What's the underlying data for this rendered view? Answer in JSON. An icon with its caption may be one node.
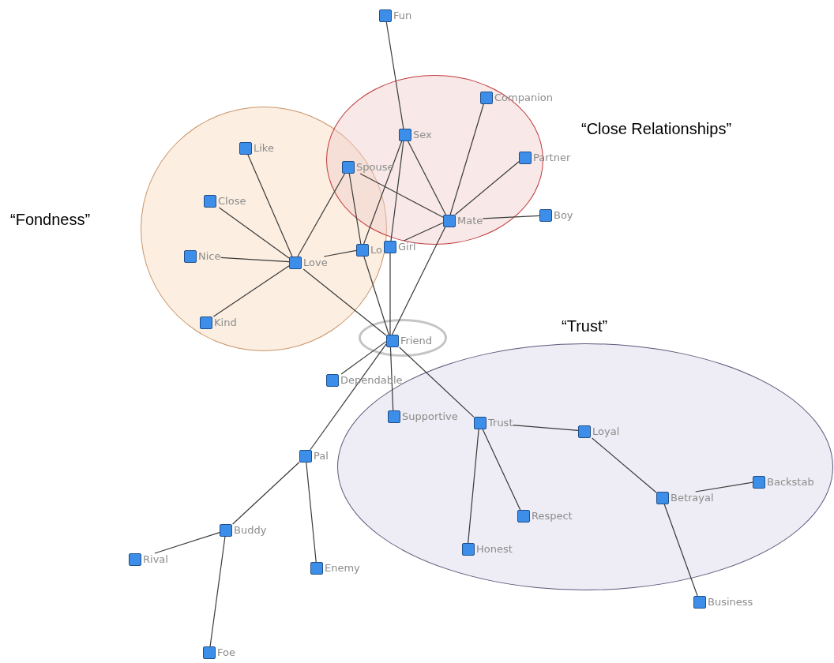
{
  "diagram": {
    "nodes": [
      {
        "text": [
          "“Fondness”"
        ]
      },
      {
        "text": [
          "“Close Relationships”"
        ]
      },
      {
        "text": [
          "“Trust”"
        ]
      },
      {
        "text": [],
        "shape": "circle"
      },
      {
        "text": [
          "Fun"
        ]
      },
      {
        "text": [
          "Companion"
        ],
        "in": 1
      },
      {
        "text": [
          "Sex"
        ],
        "in": 1
      },
      {
        "text": [
          "Like"
        ],
        "in": 0
      },
      {
        "text": [
          "Partner"
        ],
        "in": 1
      },
      {
        "text": [
          "Spouse"
        ]
      },
      {
        "text": [
          "Close"
        ],
        "in": 0
      },
      {
        "text": [
          "Boy"
        ]
      },
      {
        "text": [
          "Mate"
        ],
        "in": 1
      },
      {
        "text": [
          "Lo"
        ],
        "in": 0
      },
      {
        "text": [
          "Girl"
        ]
      },
      {
        "text": [
          "Nice"
        ],
        "in": 0
      },
      {
        "text": [
          "Love"
        ],
        "in": 0
      },
      {
        "text": [
          "Kind"
        ],
        "in": 0
      },
      {
        "text": [
          "Friend"
        ],
        "in": 3
      },
      {
        "text": [
          "Dependable"
        ]
      },
      {
        "text": [
          "Supportive"
        ],
        "in": 2
      },
      {
        "text": [
          "Trust"
        ],
        "in": 2
      },
      {
        "text": [
          "Loyal"
        ],
        "in": 2
      },
      {
        "text": [
          "Pal"
        ]
      },
      {
        "text": [
          "Backstab"
        ],
        "in": 2
      },
      {
        "text": [
          "Betrayal"
        ],
        "in": 2
      },
      {
        "text": [
          "Respect"
        ],
        "in": 2
      },
      {
        "text": [
          "Buddy"
        ]
      },
      {
        "text": [
          "Honest"
        ],
        "in": 2
      },
      {
        "text": [
          "Rival"
        ]
      },
      {
        "text": [
          "Enemy"
        ]
      },
      {
        "text": [
          "Business"
        ]
      },
      {
        "text": [
          "Foe"
        ]
      }
    ],
    "edges": [
      {
        "from": 4,
        "to": 6,
        "arrow": "none"
      },
      {
        "from": 6,
        "to": 12,
        "arrow": "none"
      },
      {
        "from": 6,
        "to": 13,
        "arrow": "none"
      },
      {
        "from": 6,
        "to": 14,
        "arrow": "none"
      },
      {
        "from": 5,
        "to": 12,
        "arrow": "none"
      },
      {
        "from": 8,
        "to": 12,
        "arrow": "none"
      },
      {
        "from": 12,
        "to": 11,
        "arrow": "none"
      },
      {
        "from": 9,
        "to": 12,
        "arrow": "none"
      },
      {
        "from": 9,
        "to": 16,
        "arrow": "none"
      },
      {
        "from": 9,
        "to": 13,
        "arrow": "none"
      },
      {
        "from": 7,
        "to": 16,
        "arrow": "none"
      },
      {
        "from": 10,
        "to": 16,
        "arrow": "none"
      },
      {
        "from": 15,
        "to": 16,
        "arrow": "none"
      },
      {
        "from": 17,
        "to": 16,
        "arrow": "none"
      },
      {
        "from": 16,
        "to": 13,
        "arrow": "none"
      },
      {
        "from": 16,
        "to": 18,
        "arrow": "none"
      },
      {
        "from": 13,
        "to": 18,
        "arrow": "none"
      },
      {
        "from": 14,
        "to": 18,
        "arrow": "none"
      },
      {
        "from": 12,
        "to": 18,
        "arrow": "none"
      },
      {
        "from": 12,
        "to": 14,
        "arrow": "none"
      },
      {
        "from": 18,
        "to": 19,
        "arrow": "none"
      },
      {
        "from": 18,
        "to": 23,
        "arrow": "none"
      },
      {
        "from": 18,
        "to": 20,
        "arrow": "none"
      },
      {
        "from": 18,
        "to": 21,
        "arrow": "none"
      },
      {
        "from": 21,
        "to": 22,
        "arrow": "none"
      },
      {
        "from": 21,
        "to": 28,
        "arrow": "none"
      },
      {
        "from": 21,
        "to": 26,
        "arrow": "none"
      },
      {
        "from": 22,
        "to": 25,
        "arrow": "none"
      },
      {
        "from": 25,
        "to": 24,
        "arrow": "none"
      },
      {
        "from": 25,
        "to": 31,
        "arrow": "none"
      },
      {
        "from": 23,
        "to": 27,
        "arrow": "none"
      },
      {
        "from": 23,
        "to": 30,
        "arrow": "none"
      },
      {
        "from": 27,
        "to": 29,
        "arrow": "none"
      },
      {
        "from": 27,
        "to": 32,
        "arrow": "none"
      }
    ]
  }
}
